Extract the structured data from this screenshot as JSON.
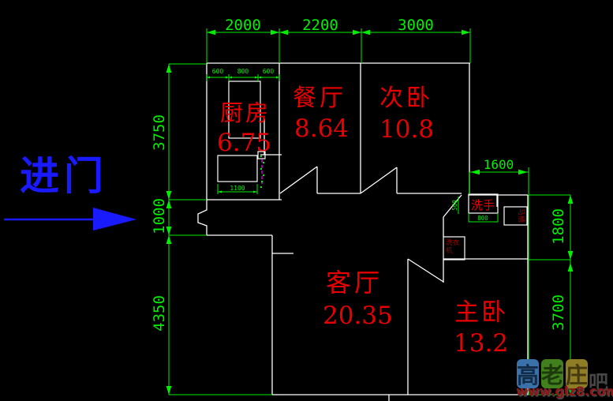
{
  "entrance": {
    "label": "进门"
  },
  "rooms": [
    {
      "name": "厨房",
      "area": "6.75"
    },
    {
      "name": "餐厅",
      "area": "8.64"
    },
    {
      "name": "次卧",
      "area": "10.8"
    },
    {
      "name": "客厅",
      "area": "20.35"
    },
    {
      "name": "主卧",
      "area": "13.2"
    }
  ],
  "fixtures": {
    "basin": "洗手",
    "toilet": "马桶",
    "washer_line1": "洗衣",
    "washer_line2": "机"
  },
  "dims": {
    "top": [
      "2000",
      "2200",
      "3000"
    ],
    "left": [
      "3750",
      "1000",
      "4350"
    ],
    "right": [
      "1800",
      "3700"
    ],
    "bath_width": "1600",
    "kitchen_top": [
      "600",
      "800",
      "600"
    ],
    "kitchen_cabinet": "1100",
    "basin_width": "800",
    "basin_depth": "500"
  },
  "watermark": {
    "char1": "高",
    "char2": "老",
    "char3": "庄",
    "suffix": "吧",
    "url": "www.glz8.com"
  },
  "colors": {
    "background": "#000000",
    "dim": "#00f000",
    "wall": "#ffffff",
    "label": "#e80000",
    "label_dark": "#a00000",
    "entrance": "#1a1aff",
    "magenta": "#ff00ff",
    "wm_blue": "#3a71a8",
    "wm_green": "#41801d",
    "wm_olive": "#8f7d26",
    "wm_red": "#8c1717",
    "wm_gray": "#454545"
  }
}
